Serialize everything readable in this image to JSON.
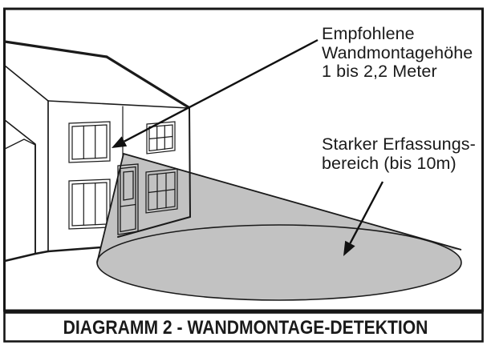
{
  "figure": {
    "type": "technical-diagram",
    "caption": "DIAGRAMM 2 - WANDMONTAGE-DETEKTION",
    "callouts": [
      {
        "id": "mounting-height",
        "text": "Empfohlene\nWandmontagehöhe\n1 bis 2,2 Meter"
      },
      {
        "id": "detection-range",
        "text": "Starker Erfassungs-\nbereich (bis 10m)"
      }
    ],
    "icons": [
      {
        "name": "arrowhead-icon",
        "points_to": "Wandmontage-Position an der Hauswand"
      },
      {
        "name": "arrowhead-icon",
        "points_to": "Erfassungsbereich am Boden"
      }
    ],
    "colors": {
      "detection_area": "#c2c2c2",
      "line": "#1a1a1a",
      "background": "#ffffff"
    }
  }
}
